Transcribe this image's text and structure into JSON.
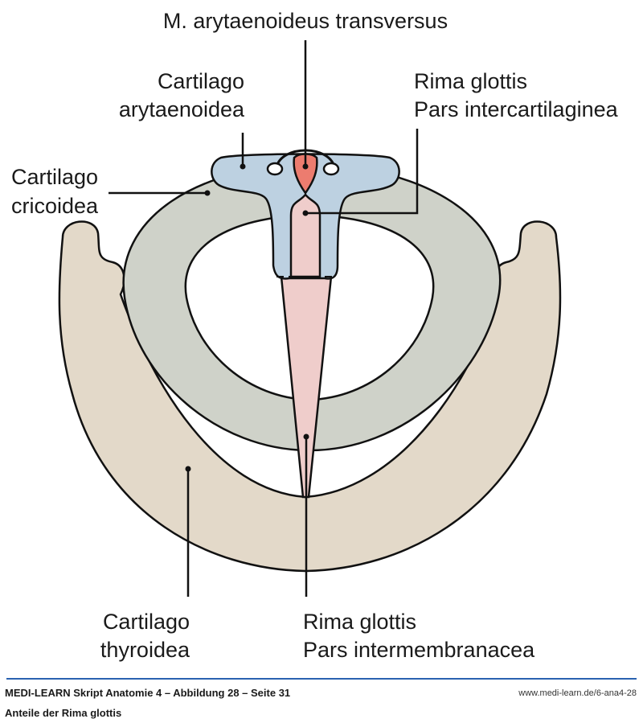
{
  "figure": {
    "labels": {
      "m_arytaenoideus": "M. arytaenoideus transversus",
      "cart_aryt_1": "Cartilago",
      "cart_aryt_2": "arytaenoidea",
      "rima_inter_1": "Rima glottis",
      "rima_inter_2": "Pars intercartilaginea",
      "cart_cric_1": "Cartilago",
      "cart_cric_2": "cricoidea",
      "cart_thyr_1": "Cartilago",
      "cart_thyr_2": "thyroidea",
      "rima_memb_1": "Rima glottis",
      "rima_memb_2": "Pars intermembranacea"
    },
    "colors": {
      "thyroid": "#e3d9c9",
      "cricoid": "#cfd2c9",
      "arytenoid": "#bdd1e1",
      "rima": "#efcdcb",
      "muscle": "#ec7c6f",
      "outline": "#111111",
      "accent_rule": "#2a62b0"
    }
  },
  "footer": {
    "title": "MEDI-LEARN Skript Anatomie 4 – Abbildung 28 – Seite 31",
    "url": "www.medi-learn.de/6-ana4-28",
    "caption": "Anteile der Rima glottis"
  }
}
